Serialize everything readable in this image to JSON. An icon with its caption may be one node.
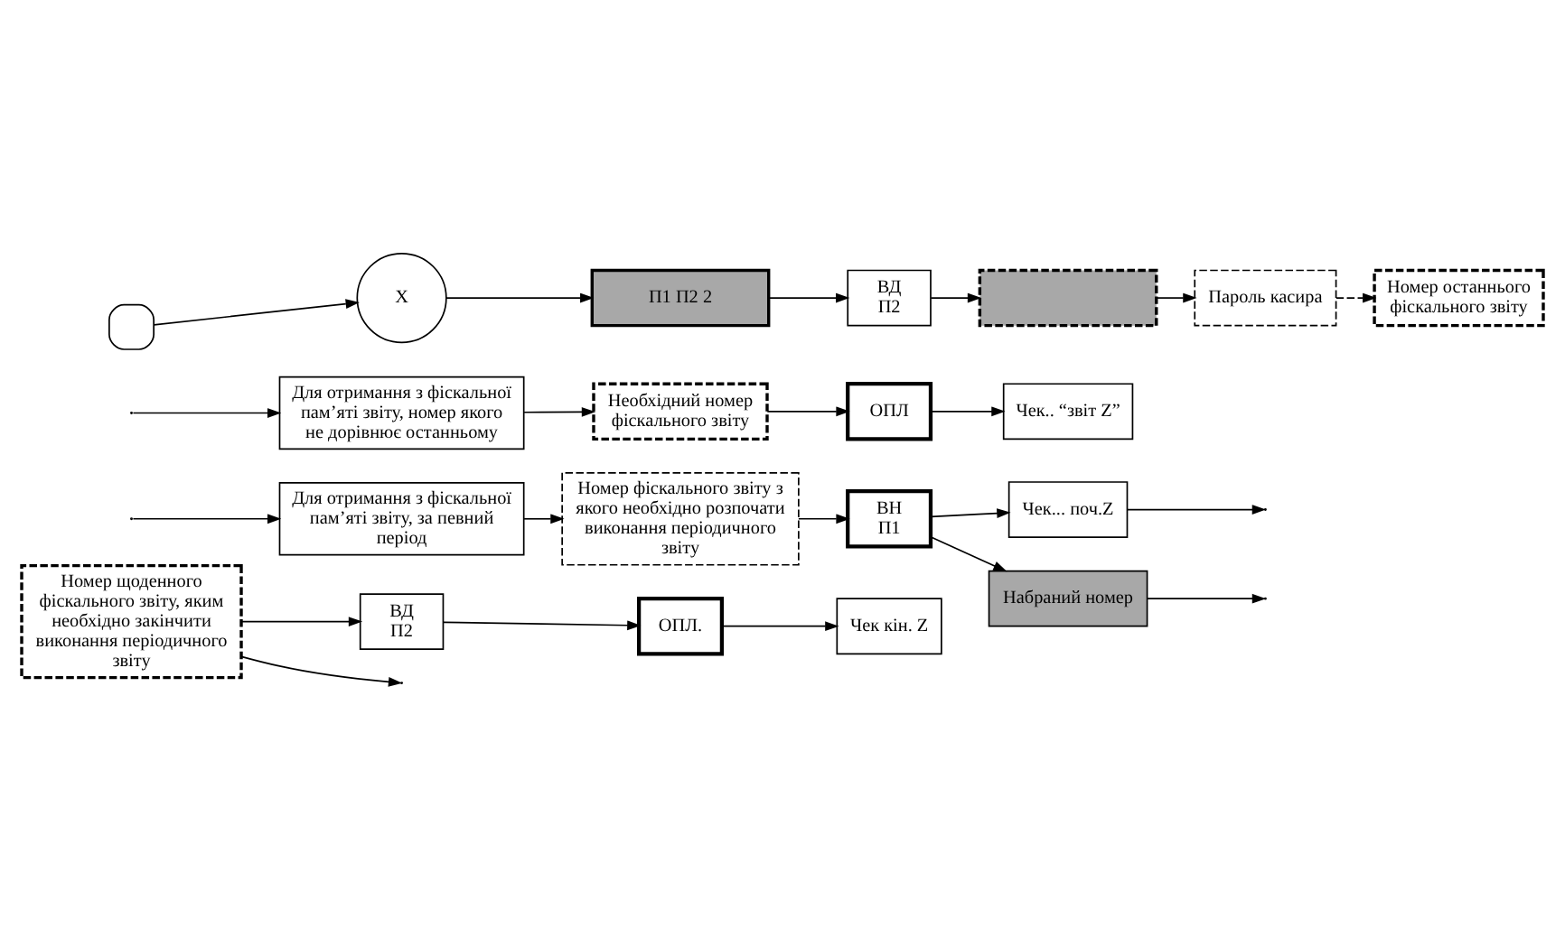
{
  "diagram": {
    "nodes": [
      {
        "text": [],
        "shape": "picture"
      },
      {
        "text": [
          "X"
        ]
      },
      {
        "text": [
          "П1 П2 2"
        ]
      },
      {
        "text": [
          "ВД",
          "П2"
        ]
      },
      {
        "text": [],
        "shape": "box"
      },
      {
        "text": [
          "Пароль касира"
        ]
      },
      {
        "text": [
          "Номер останнього фіскального звіту"
        ]
      },
      {
        "text": [
          "Для отримання з фіскальної пам’яті звіту, номер якого не дорівнює останньому"
        ]
      },
      {
        "text": [
          "Необхідний номер фіскального звіту"
        ]
      },
      {
        "text": [
          "ОПЛ"
        ]
      },
      {
        "text": [
          "Чек.. “звіт Z”"
        ]
      },
      {
        "text": [
          "Для отримання з фіскальної пам’яті звіту, за певний період"
        ]
      },
      {
        "text": [
          "Номер фіскального звіту з якого необхідно розпочати виконання періодичного звіту"
        ]
      },
      {
        "text": [
          "ВН",
          "П1"
        ]
      },
      {
        "text": [
          "Чек... поч.Z"
        ]
      },
      {
        "text": [
          "Набраний номер"
        ]
      },
      {
        "text": [
          "Номер щоденного фіскального звіту, яким необхідно закінчити виконання періодичного звіту"
        ]
      },
      {
        "text": [
          "ВД",
          "П2"
        ]
      },
      {
        "text": [
          "ОПЛ."
        ]
      },
      {
        "text": [
          "Чек кін. Z"
        ]
      }
    ],
    "edges": [
      {
        "from": 0,
        "to": 1,
        "arrow": "to"
      },
      {
        "from": 1,
        "to": 2,
        "arrow": "to"
      },
      {
        "from": 2,
        "to": 3,
        "arrow": "to"
      },
      {
        "from": 3,
        "to": 4,
        "arrow": "to"
      },
      {
        "from": 4,
        "to": 5,
        "arrow": "to"
      },
      {
        "from": 5,
        "to": 6,
        "arrow": "to",
        "style": "dashed"
      },
      {
        "from": null,
        "to": 7,
        "arrow": "to"
      },
      {
        "from": null,
        "to": 11,
        "arrow": "to"
      },
      {
        "from": 7,
        "to": 8,
        "arrow": "to"
      },
      {
        "from": 8,
        "to": 9,
        "arrow": "to"
      },
      {
        "from": 9,
        "to": 10,
        "arrow": "to"
      },
      {
        "from": 11,
        "to": 12,
        "arrow": "to"
      },
      {
        "from": 12,
        "to": 13,
        "arrow": "to"
      },
      {
        "from": 13,
        "to": 14,
        "arrow": "to"
      },
      {
        "from": 13,
        "to": 15,
        "arrow": "to"
      },
      {
        "from": 14,
        "to": null,
        "arrow": "to"
      },
      {
        "from": 15,
        "to": null,
        "arrow": "to"
      },
      {
        "from": 16,
        "to": null,
        "arrow": "to"
      },
      {
        "from": 16,
        "to": 17,
        "arrow": "to"
      },
      {
        "from": 17,
        "to": 18,
        "arrow": "to"
      },
      {
        "from": 18,
        "to": 19,
        "arrow": "to"
      }
    ]
  }
}
